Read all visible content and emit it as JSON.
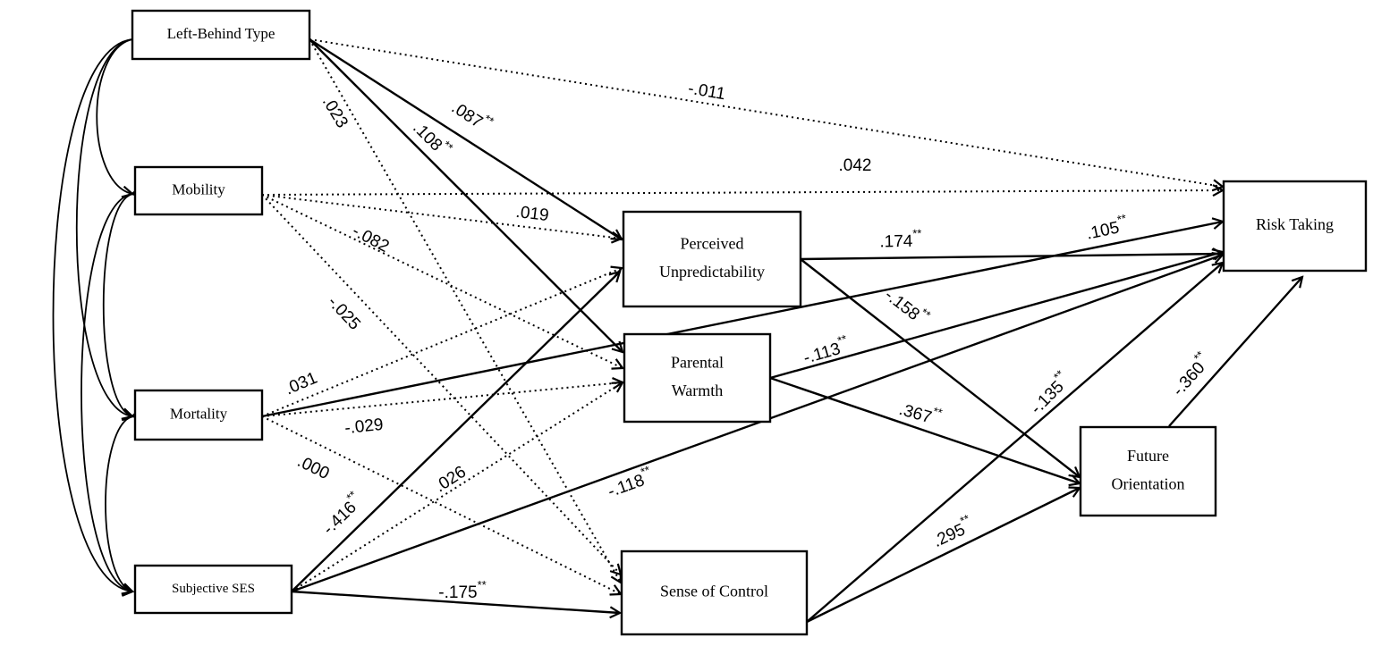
{
  "nodes": [
    {
      "id": "lbt",
      "label": "Left-Behind Type"
    },
    {
      "id": "mob",
      "label": "Mobility"
    },
    {
      "id": "mort",
      "label": "Mortality"
    },
    {
      "id": "ses",
      "label": "Subjective SES"
    },
    {
      "id": "pu",
      "label": "Perceived Unpredictability"
    },
    {
      "id": "pw",
      "label": "Parental Warmth"
    },
    {
      "id": "soc",
      "label": "Sense of Control"
    },
    {
      "id": "fo",
      "label": "Future Orientation"
    },
    {
      "id": "rt",
      "label": "Risk Taking"
    }
  ],
  "paths": [
    {
      "from": "lbt",
      "to": "rt",
      "coef": "-.011",
      "sig": "",
      "style": "dotted"
    },
    {
      "from": "lbt",
      "to": "pu",
      "coef": ".087",
      "sig": "**",
      "style": "solid"
    },
    {
      "from": "lbt",
      "to": "pw",
      "coef": ".108",
      "sig": "**",
      "style": "solid"
    },
    {
      "from": "lbt",
      "to": "soc",
      "coef": ".023",
      "sig": "",
      "style": "dotted"
    },
    {
      "from": "mob",
      "to": "rt",
      "coef": ".042",
      "sig": "",
      "style": "dotted"
    },
    {
      "from": "mob",
      "to": "pu",
      "coef": ".019",
      "sig": "",
      "style": "dotted"
    },
    {
      "from": "mob",
      "to": "pw",
      "coef": "-.082",
      "sig": "",
      "style": "dotted"
    },
    {
      "from": "mob",
      "to": "soc",
      "coef": "-.025",
      "sig": "",
      "style": "dotted"
    },
    {
      "from": "mort",
      "to": "pu",
      "coef": ".031",
      "sig": "",
      "style": "dotted"
    },
    {
      "from": "mort",
      "to": "rt",
      "coef": ".105",
      "sig": "**",
      "style": "solid"
    },
    {
      "from": "mort",
      "to": "pw",
      "coef": "-.029",
      "sig": "",
      "style": "dotted"
    },
    {
      "from": "mort",
      "to": "soc",
      "coef": ".000",
      "sig": "",
      "style": "dotted"
    },
    {
      "from": "ses",
      "to": "pu",
      "coef": "-.416",
      "sig": "**",
      "style": "solid"
    },
    {
      "from": "ses",
      "to": "pw",
      "coef": ".026",
      "sig": "",
      "style": "dotted"
    },
    {
      "from": "ses",
      "to": "rt",
      "coef": "-.118",
      "sig": "**",
      "style": "solid"
    },
    {
      "from": "ses",
      "to": "soc",
      "coef": "-.175",
      "sig": "**",
      "style": "solid"
    },
    {
      "from": "pu",
      "to": "rt",
      "coef": ".174",
      "sig": "**",
      "style": "solid"
    },
    {
      "from": "pu",
      "to": "fo",
      "coef": "-.158",
      "sig": "**",
      "style": "solid"
    },
    {
      "from": "pw",
      "to": "rt",
      "coef": "-.113",
      "sig": "**",
      "style": "solid"
    },
    {
      "from": "pw",
      "to": "fo",
      "coef": ".367",
      "sig": "**",
      "style": "solid"
    },
    {
      "from": "soc",
      "to": "rt",
      "coef": "-.135",
      "sig": "**",
      "style": "solid"
    },
    {
      "from": "soc",
      "to": "fo",
      "coef": ".295",
      "sig": "**",
      "style": "solid"
    },
    {
      "from": "fo",
      "to": "rt",
      "coef": "-.360",
      "sig": "**",
      "style": "solid"
    }
  ]
}
